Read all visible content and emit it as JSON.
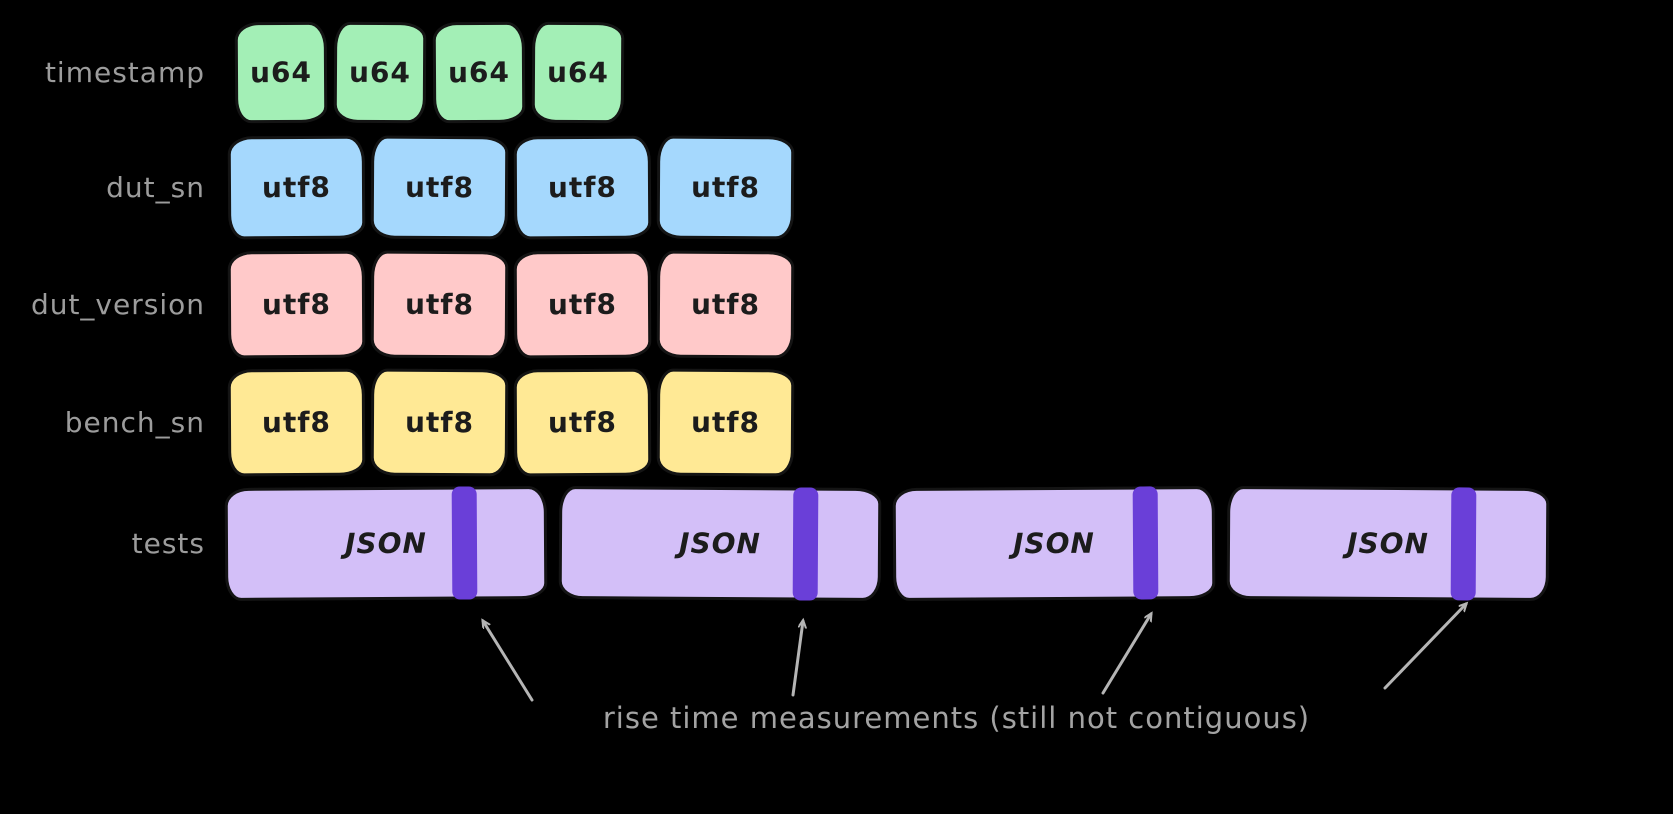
{
  "rows": [
    {
      "label": "timestamp",
      "cells": [
        "u64",
        "u64",
        "u64",
        "u64"
      ],
      "fill": "#a3efb6"
    },
    {
      "label": "dut_sn",
      "cells": [
        "utf8",
        "utf8",
        "utf8",
        "utf8"
      ],
      "fill": "#a5d8fd"
    },
    {
      "label": "dut_version",
      "cells": [
        "utf8",
        "utf8",
        "utf8",
        "utf8"
      ],
      "fill": "#ffc9c9"
    },
    {
      "label": "bench_sn",
      "cells": [
        "utf8",
        "utf8",
        "utf8",
        "utf8"
      ],
      "fill": "#ffe995"
    },
    {
      "label": "tests",
      "cells": [
        "JSON",
        "JSON",
        "JSON",
        "JSON"
      ],
      "fill": "#d3bff8",
      "stripe_fill": "#6a3fd8"
    }
  ],
  "annotation": {
    "caption": "rise time measurements (still not contiguous)",
    "arrow_color": "#b5b5b5"
  }
}
